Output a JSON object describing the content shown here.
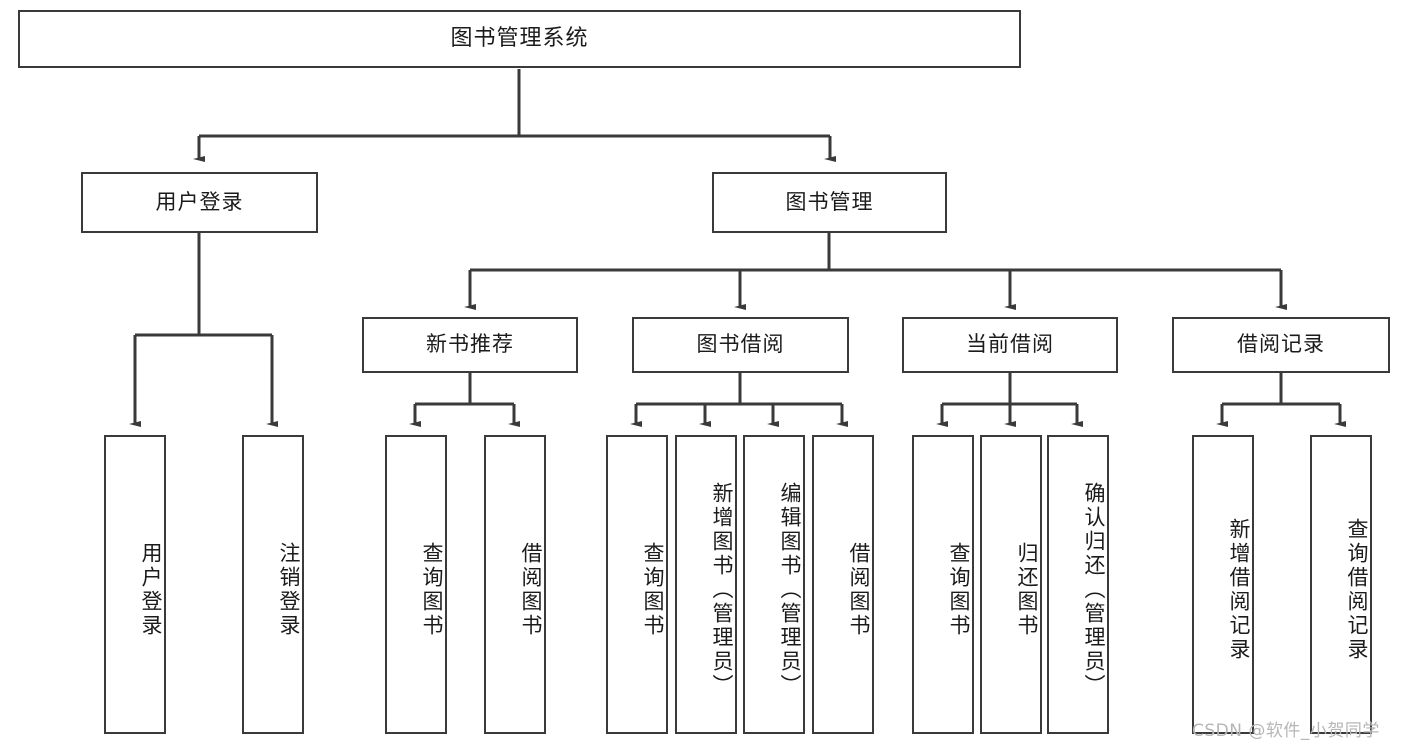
{
  "diagram": {
    "title": "图书管理系统",
    "watermark": "CSDN @软件_小贺同学",
    "colors": {
      "background": "#ffffff",
      "border": "#3a3a3a",
      "text": "#1b1b1b",
      "watermark": "#b6b6b6"
    },
    "levels": {
      "root": "图书管理系统",
      "level1": [
        "用户登录",
        "图书管理"
      ],
      "level2": [
        "新书推荐",
        "图书借阅",
        "当前借阅",
        "借阅记录"
      ]
    },
    "nodes": {
      "root": "图书管理系统",
      "user_login": "用户登录",
      "book_manage": "图书管理",
      "new_book_rec": "新书推荐",
      "book_borrow": "图书借阅",
      "current_borrow": "当前借阅",
      "borrow_record": "借阅记录",
      "leaf_user_login": "用户登录",
      "leaf_logout": "注销登录",
      "leaf_query_book_1": "查询图书",
      "leaf_borrow_book_1": "借阅图书",
      "leaf_query_book_2": "查询图书",
      "leaf_add_book_admin": "新增图书（管理员）",
      "leaf_edit_book_admin": "编辑图书（管理员）",
      "leaf_borrow_book_2": "借阅图书",
      "leaf_query_book_3": "查询图书",
      "leaf_return_book": "归还图书",
      "leaf_confirm_return_admin": "确认归还（管理员）",
      "leaf_add_record": "新增借阅记录",
      "leaf_query_record": "查询借阅记录"
    },
    "tree": {
      "label": "图书管理系统",
      "children": [
        {
          "label": "用户登录",
          "children": [
            {
              "label": "用户登录",
              "children": []
            },
            {
              "label": "注销登录",
              "children": []
            }
          ]
        },
        {
          "label": "图书管理",
          "children": [
            {
              "label": "新书推荐",
              "children": [
                {
                  "label": "查询图书",
                  "children": []
                },
                {
                  "label": "借阅图书",
                  "children": []
                }
              ]
            },
            {
              "label": "图书借阅",
              "children": [
                {
                  "label": "查询图书",
                  "children": []
                },
                {
                  "label": "新增图书（管理员）",
                  "children": []
                },
                {
                  "label": "编辑图书（管理员）",
                  "children": []
                },
                {
                  "label": "借阅图书",
                  "children": []
                }
              ]
            },
            {
              "label": "当前借阅",
              "children": [
                {
                  "label": "查询图书",
                  "children": []
                },
                {
                  "label": "归还图书",
                  "children": []
                },
                {
                  "label": "确认归还（管理员）",
                  "children": []
                }
              ]
            },
            {
              "label": "借阅记录",
              "children": [
                {
                  "label": "新增借阅记录",
                  "children": []
                },
                {
                  "label": "查询借阅记录",
                  "children": []
                }
              ]
            }
          ]
        }
      ]
    }
  }
}
